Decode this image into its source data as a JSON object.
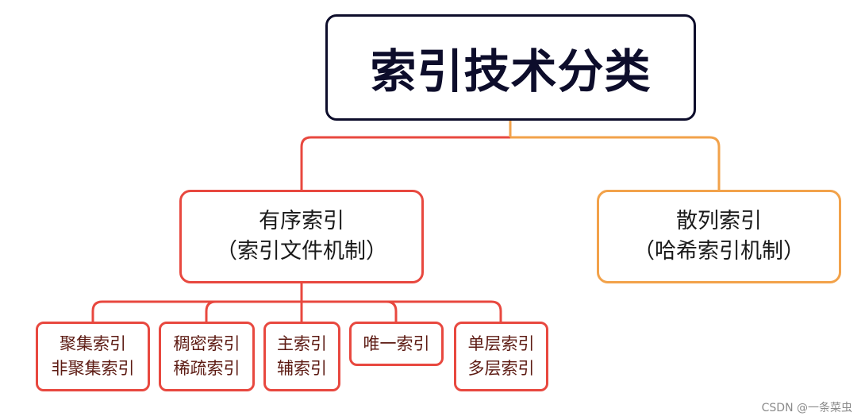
{
  "root": {
    "label": "索引技术分类"
  },
  "branches": {
    "ordered": {
      "line1": "有序索引",
      "line2": "（索引文件机制）"
    },
    "hashed": {
      "line1": "散列索引",
      "line2": "（哈希索引机制）"
    }
  },
  "leaves": [
    {
      "line1": "聚集索引",
      "line2": "非聚集索引"
    },
    {
      "line1": "稠密索引",
      "line2": "稀疏索引"
    },
    {
      "line1": "主索引",
      "line2": "辅索引"
    },
    {
      "line1": "唯一索引",
      "line2": ""
    },
    {
      "line1": "单层索引",
      "line2": "多层索引"
    }
  ],
  "colors": {
    "red": "#e8483f",
    "orange": "#f2a24a",
    "navy": "#0d0d2b"
  },
  "watermark": "CSDN @一条菜虫"
}
